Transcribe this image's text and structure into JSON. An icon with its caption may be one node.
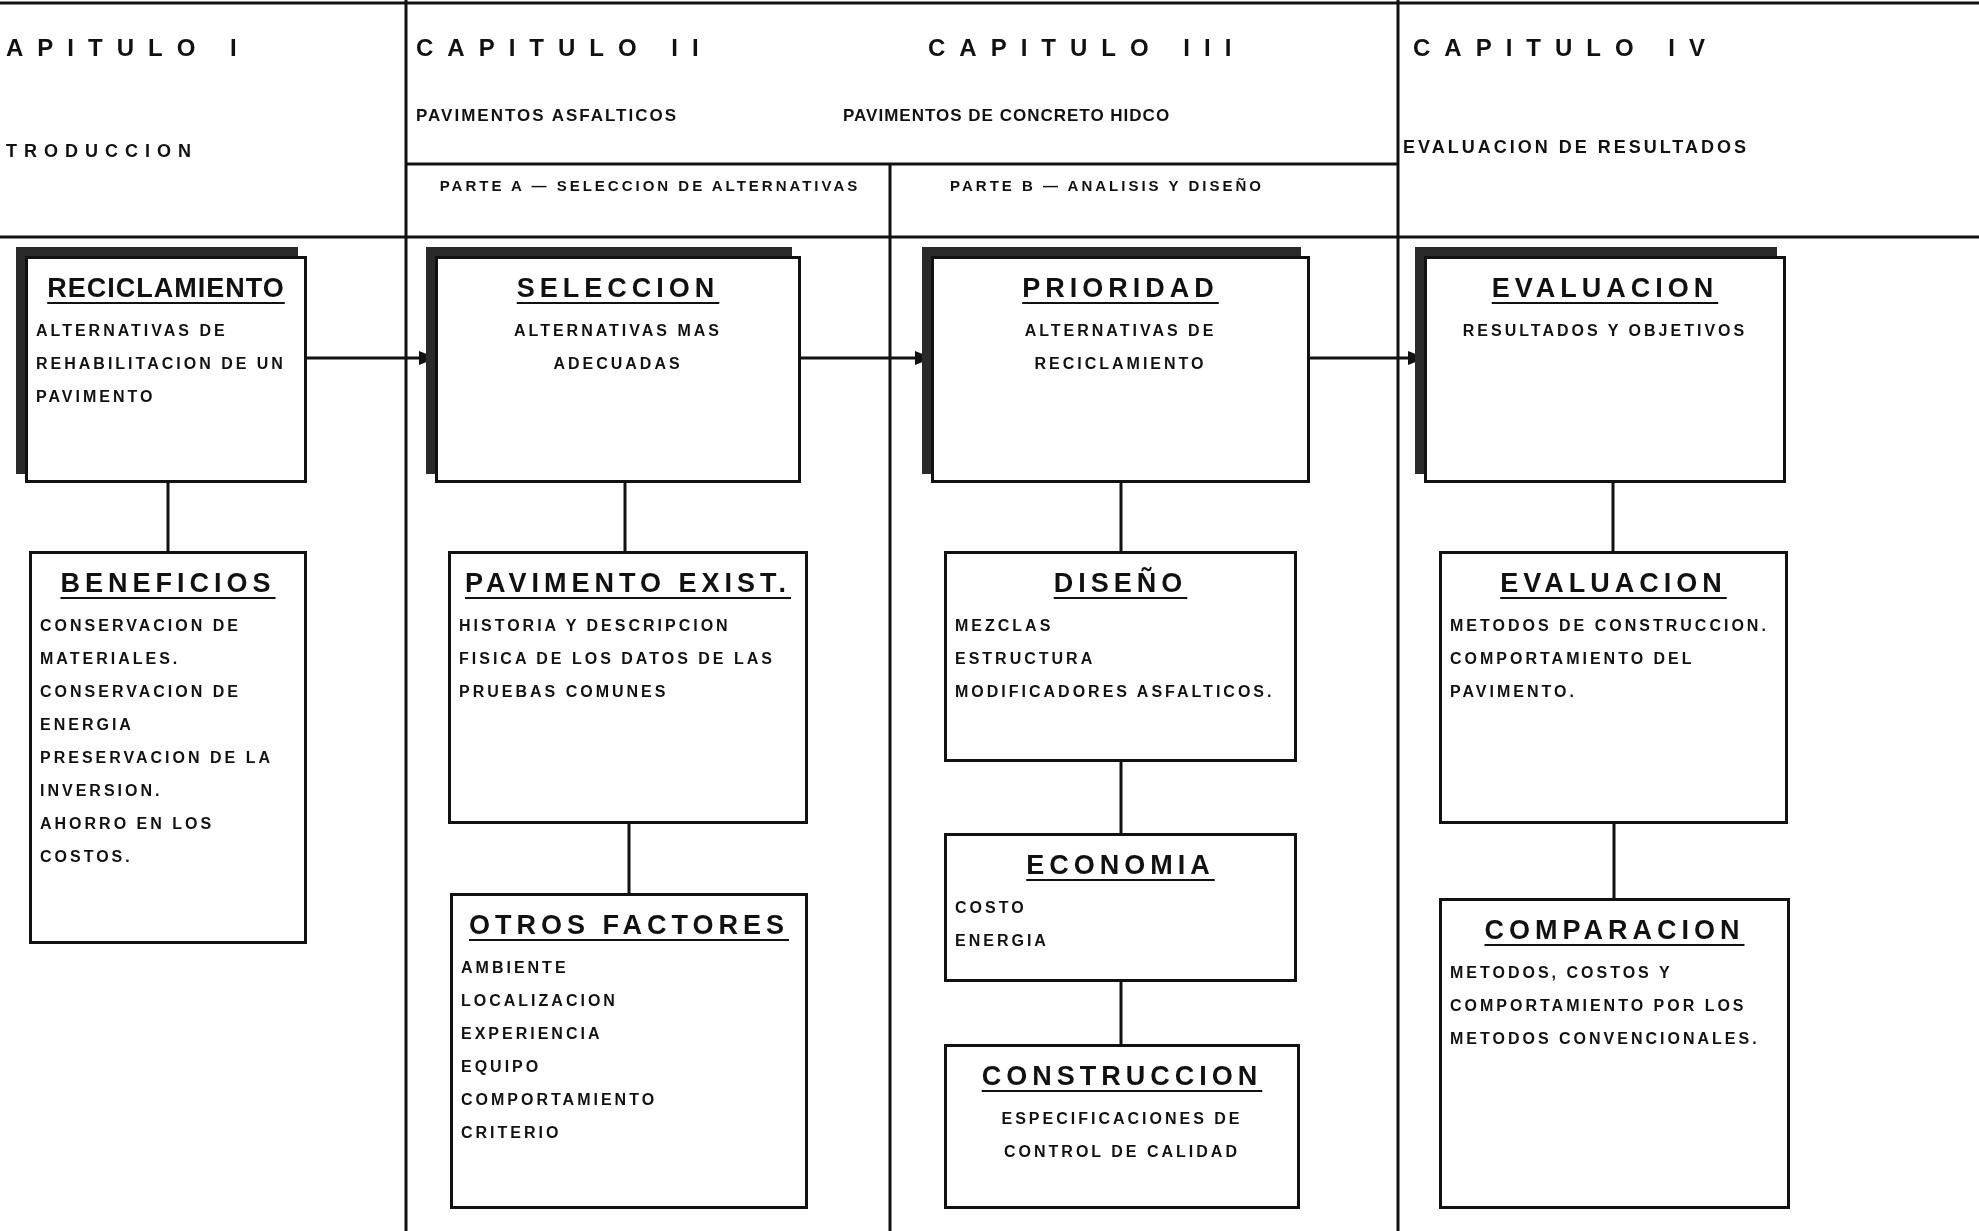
{
  "diagram": {
    "nodes": [
      {
        "text": [
          "RECICLAMIENTO",
          "ALTERNATIVAS DE REHABILITACION DE UN PAVIMENTO"
        ]
      },
      {
        "text": [
          "BENEFICIOS",
          "CONSERVACION DE MATERIALES.",
          "CONSERVACION DE ENERGIA",
          "PRESERVACION DE LA INVERSION.",
          "AHORRO EN LOS COSTOS."
        ]
      },
      {
        "text": [
          "SELECCION",
          "ALTERNATIVAS MAS ADECUADAS"
        ]
      },
      {
        "text": [
          "PAVIMENTO EXIST.",
          "HISTORIA Y DESCRIPCION FISICA DE LOS DATOS DE LAS PRUEBAS COMUNES"
        ]
      },
      {
        "text": [
          "OTROS FACTORES",
          "AMBIENTE",
          "LOCALIZACION",
          "EXPERIENCIA",
          "EQUIPO",
          "COMPORTAMIENTO",
          "CRITERIO"
        ]
      },
      {
        "text": [
          "PRIORIDAD",
          "ALTERNATIVAS DE RECICLAMIENTO"
        ]
      },
      {
        "text": [
          "DISEÑO",
          "MEZCLAS",
          "ESTRUCTURA",
          "MODIFICADORES ASFALTICOS."
        ]
      },
      {
        "text": [
          "ECONOMIA",
          "COSTO",
          "ENERGIA"
        ]
      },
      {
        "text": [
          "CONSTRUCCION",
          "ESPECIFICACIONES DE CONTROL DE CALIDAD"
        ]
      },
      {
        "text": [
          "EVALUACION",
          "RESULTADOS Y OBJETIVOS"
        ]
      },
      {
        "text": [
          "EVALUACION",
          "METODOS DE CONSTRUCCION.",
          "COMPORTAMIENTO DEL PAVIMENTO."
        ]
      },
      {
        "text": [
          "COMPARACION",
          "METODOS, COSTOS Y COMPORTAMIENTO POR LOS METODOS CONVENCIONALES."
        ]
      }
    ],
    "edges": [
      {
        "from": 0,
        "to": 2,
        "arrow": "to"
      },
      {
        "from": 2,
        "to": 5,
        "arrow": "to"
      },
      {
        "from": 5,
        "to": 9,
        "arrow": "to"
      },
      {
        "from": 0,
        "to": 1,
        "arrow": "none"
      },
      {
        "from": 2,
        "to": 3,
        "arrow": "none"
      },
      {
        "from": 3,
        "to": 4,
        "arrow": "none"
      },
      {
        "from": 5,
        "to": 6,
        "arrow": "none"
      },
      {
        "from": 6,
        "to": 7,
        "arrow": "none"
      },
      {
        "from": 7,
        "to": 8,
        "arrow": "none"
      },
      {
        "from": 9,
        "to": 10,
        "arrow": "none"
      },
      {
        "from": 10,
        "to": 11,
        "arrow": "none"
      }
    ],
    "labels": [
      "APITULO I",
      "CAPITULO II",
      "CAPITULO III",
      "CAPITULO IV",
      "PAVIMENTOS ASFALTICOS",
      "PAVIMENTOS DE CONCRETO HIDCO",
      "TRODUCCION",
      "EVALUACION DE RESULTADOS",
      "PARTE A — SELECCION DE ALTERNATIVAS",
      "PARTE B — ANALISIS Y DISEÑO"
    ]
  }
}
